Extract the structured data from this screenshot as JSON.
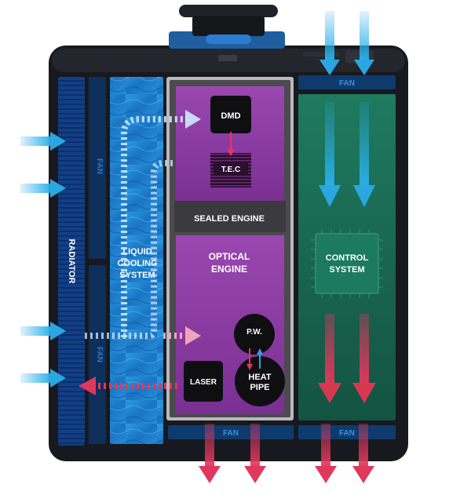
{
  "colors": {
    "body": "#17191e",
    "radiator": "#0f3f8f",
    "water": "#1f86d4",
    "engine_frame": "#b9b9b9",
    "engine_purple": "#8b3aa0",
    "control_green": "#1d6a55",
    "fan_bar": "#0e3b6e",
    "inflow_arrow": "#2aa6e0",
    "outflow_arrow": "#e0385d"
  },
  "labels": {
    "radiator": "RADIATOR",
    "fan_left_top": "FAN",
    "fan_left_bottom": "FAN",
    "fan_top_right": "FAN",
    "fan_bottom_mid": "FAN",
    "fan_bottom_right": "FAN",
    "liquid_cooling": [
      "LIQUID",
      "COOLING",
      "SYSTEM"
    ],
    "sealed_engine": "SEALED ENGINE",
    "optical_engine": [
      "OPTICAL",
      "ENGINE"
    ],
    "dmd": "DMD",
    "tec": "T.E.C",
    "pw": "P.W.",
    "heat_pipe": [
      "HEAT",
      "PIPE"
    ],
    "laser": "LASER",
    "control_system": [
      "CONTROL",
      "SYSTEM"
    ]
  },
  "icons": {
    "inflow": "blue-inflow-arrow-icon",
    "outflow": "red-outflow-arrow-icon",
    "chip": "chip-icon",
    "lens": "lens-icon"
  }
}
